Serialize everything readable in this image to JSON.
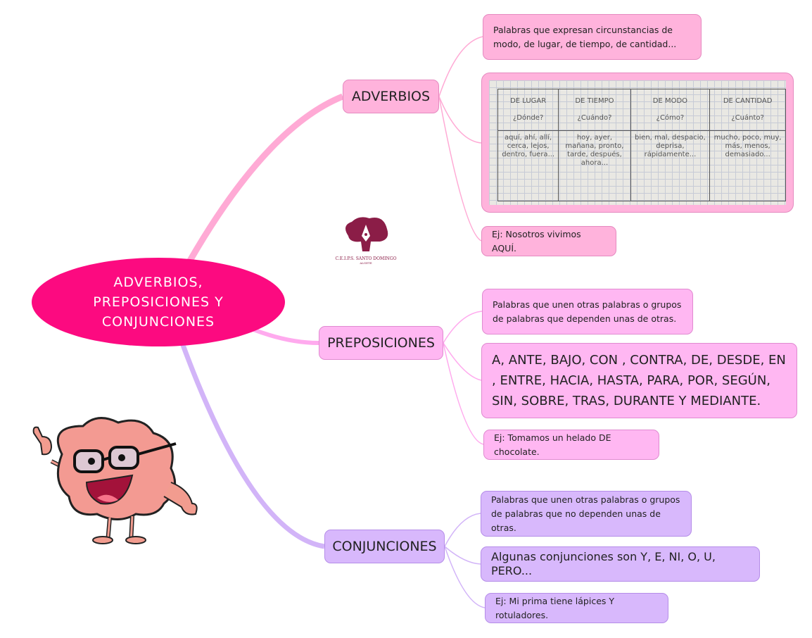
{
  "central": {
    "title": "ADVERBIOS, PREPOSICIONES Y CONJUNCIONES"
  },
  "logo": {
    "text": "C.E.I.P.S. SANTO DOMINGO",
    "subtext": "ALGETE"
  },
  "branches": [
    {
      "label": "ADVERBIOS",
      "color": "#ffb3dc",
      "definition": "Palabras que expresan circunstancias de modo, de lugar, de tiempo, de cantidad...",
      "table": {
        "headers": [
          [
            "DE LUGAR",
            "¿Dónde?"
          ],
          [
            "DE TIEMPO",
            "¿Cuándo?"
          ],
          [
            "DE MODO",
            "¿Cómo?"
          ],
          [
            "DE CANTIDAD",
            "¿Cuánto?"
          ]
        ],
        "cells": [
          "aquí, ahí, allí, cerca, lejos, dentro, fuera...",
          "hoy, ayer, mañana, pronto, tarde, después, ahora...",
          "bien, mal, despacio, deprisa, rápidamente...",
          "mucho, poco, muy, más, menos, demasiado..."
        ]
      },
      "example": "Ej: Nosotros vivimos AQUÍ."
    },
    {
      "label": "PREPOSICIONES",
      "color": "#ffb7f2",
      "definition": "Palabras que unen otras palabras o grupos de palabras que dependen unas de otras.",
      "list": "A, ANTE, BAJO, CON , CONTRA, DE, DESDE, EN , ENTRE, HACIA, HASTA, PARA, POR, SEGÚN, SIN, SOBRE, TRAS, DURANTE Y MEDIANTE.",
      "example": "Ej: Tomamos un helado DE chocolate."
    },
    {
      "label": "CONJUNCIONES",
      "color": "#d8b8fc",
      "definition": "Palabras que unen otras palabras o grupos de palabras que no dependen unas de otras.",
      "list": "Algunas conjunciones son Y, E, NI, O, U, PERO...",
      "example": "Ej: Mi prima tiene lápices Y rotuladores."
    }
  ]
}
